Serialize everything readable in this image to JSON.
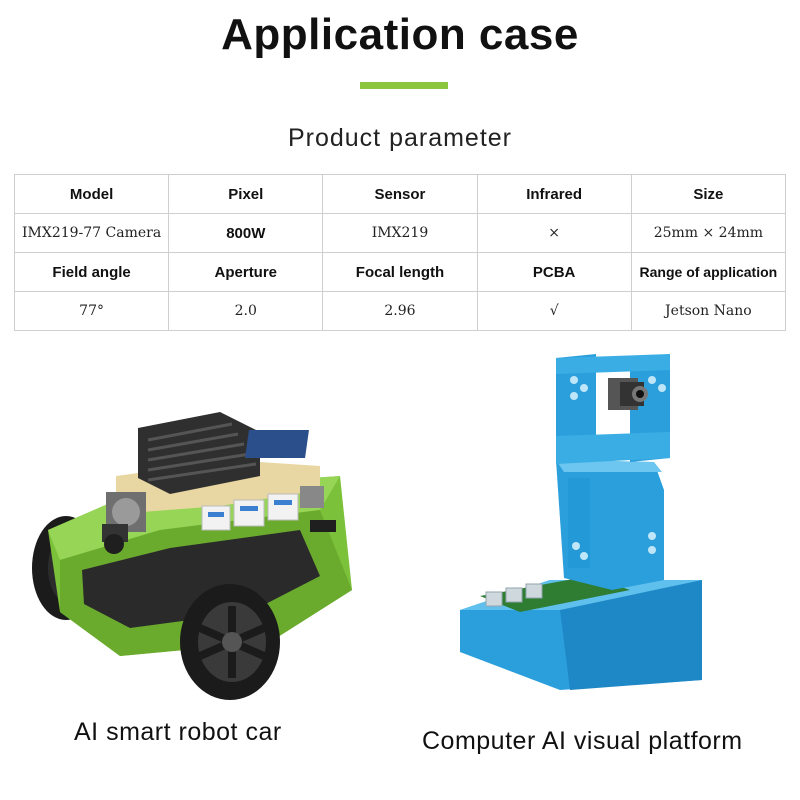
{
  "heading": "Application case",
  "subheading": "Product parameter",
  "colors": {
    "accent": "#8cc63f",
    "robot_green": "#7cc13a",
    "platform_blue": "#2b9fdc"
  },
  "table": {
    "row1_headers": [
      "Model",
      "Pixel",
      "Sensor",
      "Infrared",
      "Size"
    ],
    "row1_values": [
      "IMX219-77 Camera",
      "800W",
      "IMX219",
      "×",
      "25mm × 24mm"
    ],
    "row2_headers": [
      "Field angle",
      "Aperture",
      "Focal length",
      "PCBA",
      "Range of application"
    ],
    "row2_values": [
      "77°",
      "2.0",
      "2.96",
      "√",
      "Jetson Nano"
    ]
  },
  "captions": {
    "left": "AI smart robot car",
    "right": "Computer AI visual platform"
  }
}
